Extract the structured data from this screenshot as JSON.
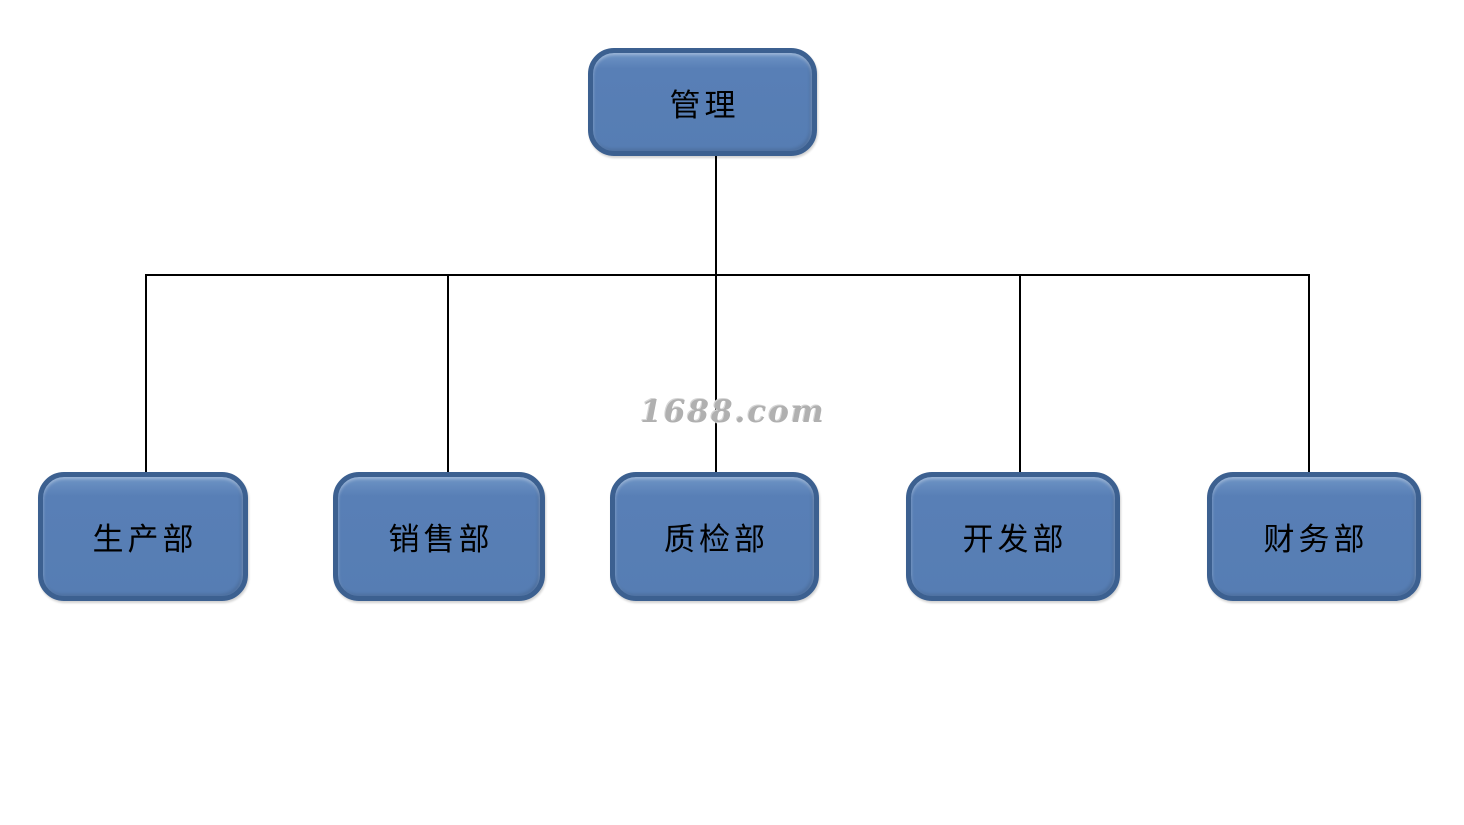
{
  "diagram": {
    "root": {
      "label": "管理"
    },
    "children": [
      {
        "label": "生产部"
      },
      {
        "label": "销售部"
      },
      {
        "label": "质检部"
      },
      {
        "label": "开发部"
      },
      {
        "label": "财务部"
      }
    ]
  },
  "watermark": {
    "text": "1688.com"
  },
  "colors": {
    "node_fill": "#567db3",
    "node_border": "#3c6090",
    "node_text": "#000000",
    "connector": "#000000",
    "watermark_text": "#b0b0b0",
    "background": "#ffffff"
  }
}
